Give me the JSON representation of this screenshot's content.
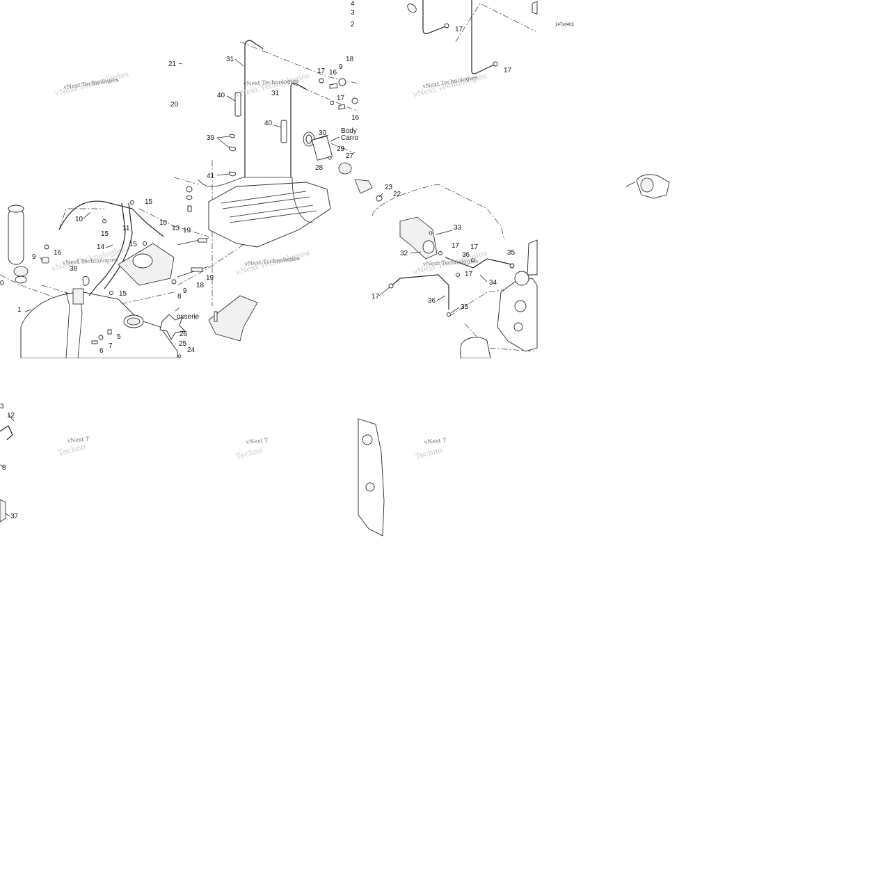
{
  "diagram": {
    "code": "14Tx0403",
    "watermark": "vNext Technologies",
    "watermark_cut": "vNext T",
    "watermark_cut2": "Techno",
    "annotations": {
      "body": "Body",
      "carro": "Carro",
      "carrosserie": "osserie"
    },
    "callouts": {
      "c1": "1",
      "c2": "2",
      "c3": "3",
      "c4": "4",
      "c5": "5",
      "c6": "6",
      "c7": "7",
      "c8": "8",
      "c9": "9",
      "c10": "10",
      "c11": "11",
      "c12": "12",
      "c13": "13",
      "c14": "14",
      "c15": "15",
      "c16": "16",
      "c17": "17",
      "c18": "18",
      "c19": "19",
      "c20": "20",
      "c21": "21",
      "c22": "22",
      "c23": "23",
      "c24": "24",
      "c25": "25",
      "c26": "26",
      "c27": "27",
      "c28": "28",
      "c29": "29",
      "c30": "30",
      "c31": "31",
      "c32": "32",
      "c33": "33",
      "c34": "34",
      "c35": "35",
      "c36": "36",
      "c37": "37",
      "c38": "38",
      "c39": "39",
      "c40": "40",
      "c41": "41",
      "c0": "0"
    }
  }
}
